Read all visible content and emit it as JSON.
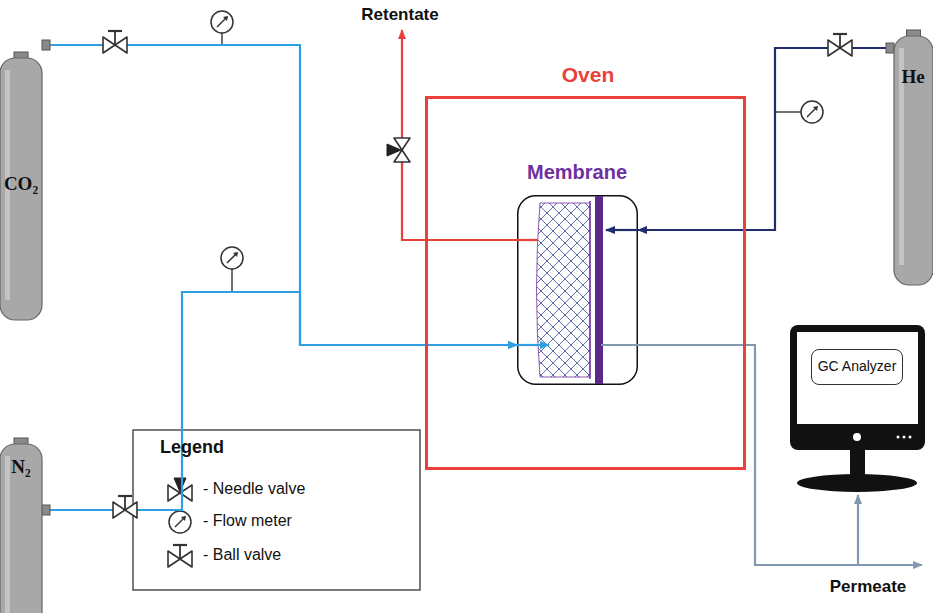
{
  "diagram": {
    "nodes": [
      {
        "text": [
          "CO₂"
        ]
      },
      {
        "text": [
          "N₂"
        ]
      },
      {
        "text": [
          "Oven"
        ]
      },
      {
        "text": [
          "Membrane"
        ],
        "in": 2
      },
      {
        "text": [
          "He"
        ]
      },
      {
        "text": [
          "GC Analyzer"
        ]
      }
    ],
    "edges": [
      {
        "from": 0,
        "to": 3,
        "arrow": "to"
      },
      {
        "from": 1,
        "to": 3,
        "arrow": "to"
      },
      {
        "from": 4,
        "to": 3,
        "arrow": "to"
      },
      {
        "from": 3,
        "to": 5,
        "arrow": "to"
      }
    ],
    "labels": [
      "Retentate",
      "Permeate",
      "Legend"
    ],
    "legend": [
      {
        "text": "- Needle valve"
      },
      {
        "text": "- Flow meter"
      },
      {
        "text": "- Ball valve"
      }
    ]
  }
}
